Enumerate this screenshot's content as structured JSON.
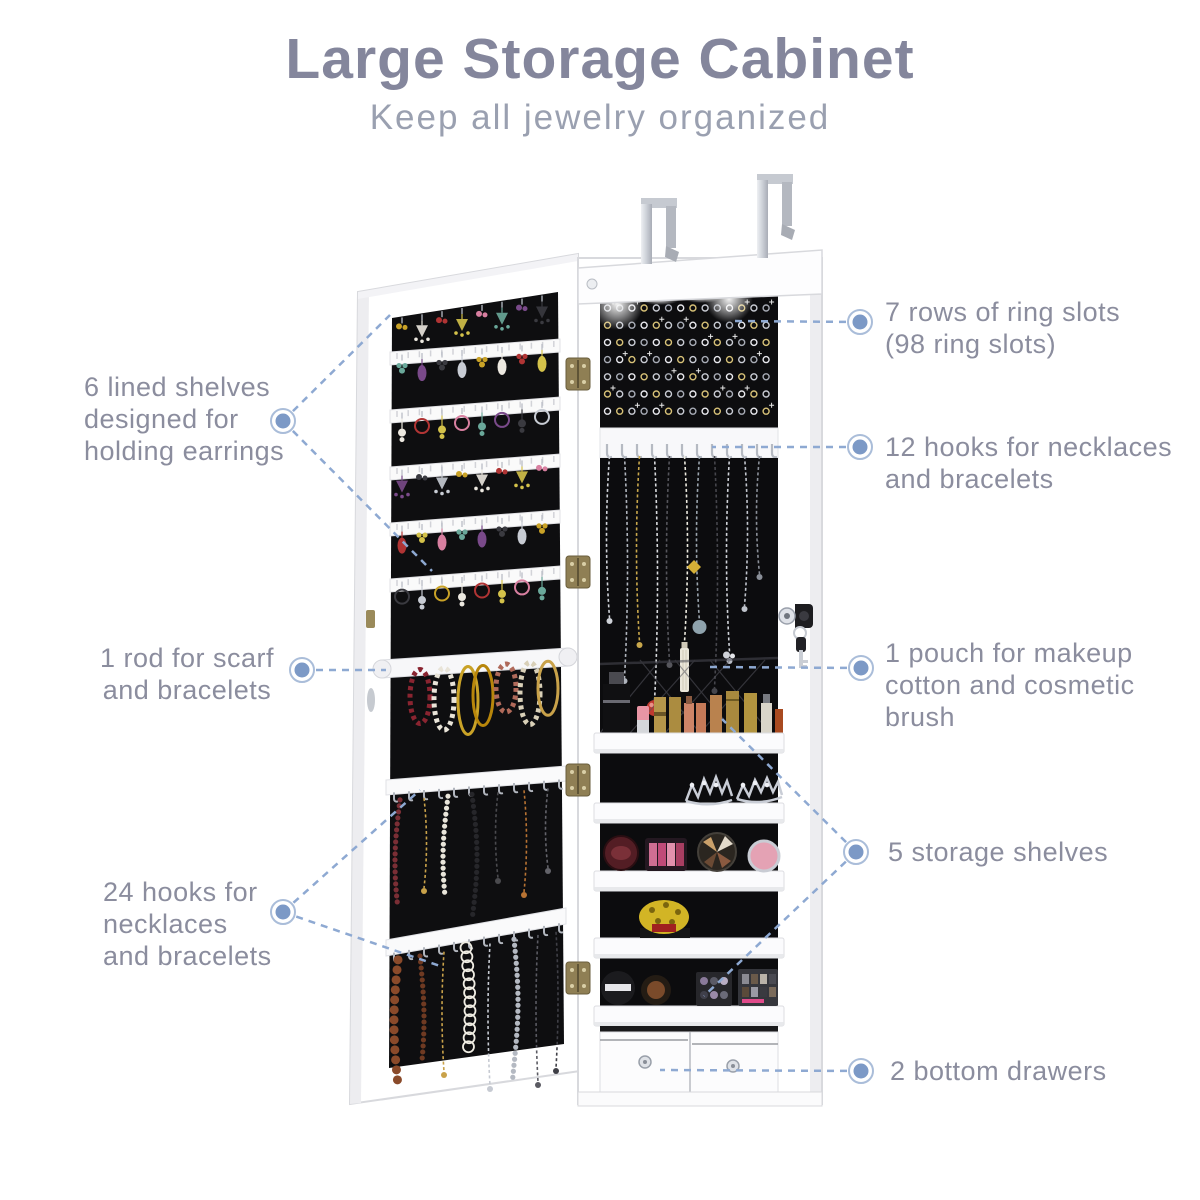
{
  "header": {
    "title": "Large Storage Cabinet",
    "subtitle": "Keep all jewelry organized"
  },
  "colors": {
    "title": "#84869c",
    "subtitle": "#9aa0b0",
    "annotation": "#8b8d9e",
    "callout_line": "#8ea9d2",
    "marker_fill": "#7c99c6",
    "marker_ring": "#aabdd9"
  },
  "callouts": [
    {
      "id": "earring-shelves",
      "side": "left",
      "text": "6 lined shelves\ndesigned for\nholding earrings"
    },
    {
      "id": "scarf-rod",
      "side": "left",
      "text": "1 rod for scarf\nand bracelets"
    },
    {
      "id": "door-hooks",
      "side": "left",
      "text": "24 hooks for\nnecklaces\nand bracelets"
    },
    {
      "id": "ring-slots",
      "side": "right",
      "text": "7 rows of ring slots\n(98 ring slots)"
    },
    {
      "id": "cabinet-hooks",
      "side": "right",
      "text": "12 hooks for necklaces\nand bracelets"
    },
    {
      "id": "pouch",
      "side": "right",
      "text": "1 pouch for makeup\ncotton and cosmetic\nbrush"
    },
    {
      "id": "storage-shelves",
      "side": "right",
      "text": "5 storage shelves"
    },
    {
      "id": "bottom-drawers",
      "side": "right",
      "text": "2 bottom drawers"
    }
  ],
  "figure": {
    "ring_rows": 7,
    "ring_slots_total": 98,
    "cabinet_necklace_hooks": 12,
    "door_hooks_total": 24,
    "earring_shelf_rows": 6,
    "storage_shelves": 5,
    "bottom_drawers": 2,
    "scarf_rods": 1
  }
}
